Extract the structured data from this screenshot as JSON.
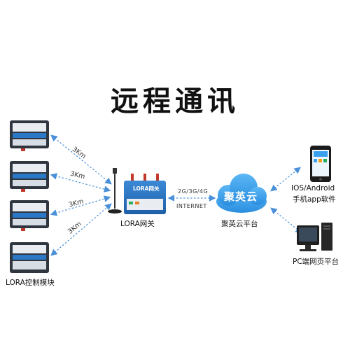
{
  "title": "远程通讯",
  "modules": {
    "label": "LORA控制模块",
    "distance": "3Km"
  },
  "gateway": {
    "label": "LORA网关",
    "brand": "LORA网关"
  },
  "link": {
    "networks": "2G/3G/4G",
    "internet": "INTERNET"
  },
  "cloud": {
    "name": "聚英云",
    "label": "聚英云平台"
  },
  "phone": {
    "label_line1": "IOS/Android",
    "label_line2": "手机app软件"
  },
  "pc": {
    "label": "PC端网页平台"
  },
  "colors": {
    "arrow": "#4a90d9",
    "device_blue": "#2b78c6",
    "cloud": "#3aa0ee"
  }
}
